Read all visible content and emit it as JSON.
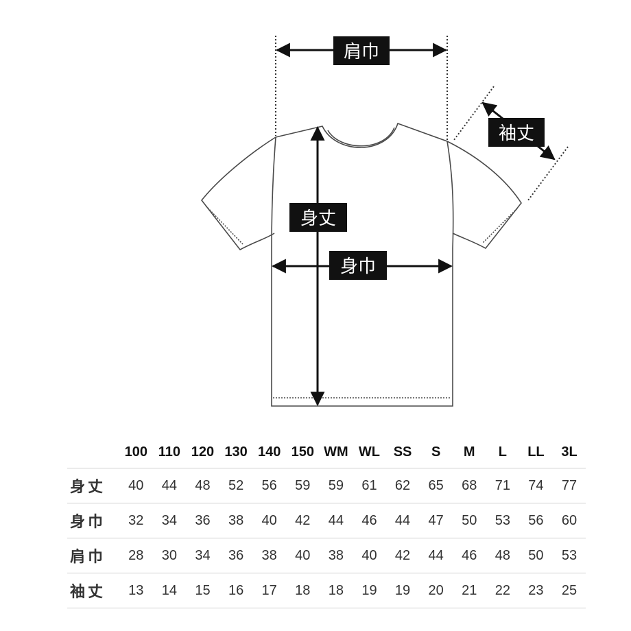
{
  "labels": {
    "shoulder": "肩巾",
    "sleeve": "袖丈",
    "body_length": "身丈",
    "body_width": "身巾"
  },
  "colors": {
    "label_bg": "#111111",
    "label_text": "#ffffff",
    "outline": "#4a4a4a",
    "arrow": "#111111",
    "row_divider": "#cfcfcf"
  },
  "table": {
    "sizes": [
      "100",
      "110",
      "120",
      "130",
      "140",
      "150",
      "WM",
      "WL",
      "SS",
      "S",
      "M",
      "L",
      "LL",
      "3L"
    ],
    "rows": [
      {
        "label": "身丈",
        "values": [
          "40",
          "44",
          "48",
          "52",
          "56",
          "59",
          "59",
          "61",
          "62",
          "65",
          "68",
          "71",
          "74",
          "77"
        ]
      },
      {
        "label": "身巾",
        "values": [
          "32",
          "34",
          "36",
          "38",
          "40",
          "42",
          "44",
          "46",
          "44",
          "47",
          "50",
          "53",
          "56",
          "60"
        ]
      },
      {
        "label": "肩巾",
        "values": [
          "28",
          "30",
          "34",
          "36",
          "38",
          "40",
          "38",
          "40",
          "42",
          "44",
          "46",
          "48",
          "50",
          "53"
        ]
      },
      {
        "label": "袖丈",
        "values": [
          "13",
          "14",
          "15",
          "16",
          "17",
          "18",
          "18",
          "19",
          "19",
          "20",
          "21",
          "22",
          "23",
          "25"
        ]
      }
    ]
  }
}
